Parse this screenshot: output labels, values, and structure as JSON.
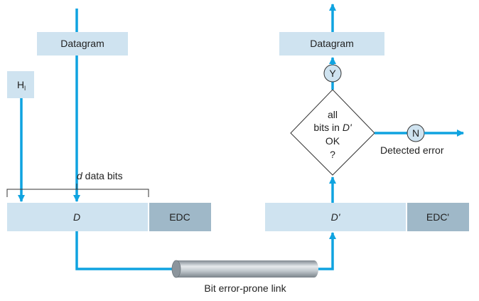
{
  "sender": {
    "datagram_label": "Datagram",
    "header_label": "H",
    "header_subscript": "l",
    "data_label": "D",
    "edc_label": "EDC",
    "brace_italic": "d",
    "brace_rest": " data bits"
  },
  "link": {
    "label": "Bit error-prone link"
  },
  "receiver": {
    "datagram_label": "Datagram",
    "data_label": "D'",
    "edc_label": "EDC'",
    "decision": {
      "line1": "all",
      "line2_prefix": "bits in ",
      "line2_italic": "D'",
      "line3": "OK",
      "line4": "?"
    },
    "yes_label": "Y",
    "no_label": "N",
    "error_label": "Detected error"
  },
  "colors": {
    "box_light": "#cfe3f0",
    "box_dark": "#9fb8c8",
    "arrow": "#0fa3e0",
    "stroke": "#333333"
  }
}
